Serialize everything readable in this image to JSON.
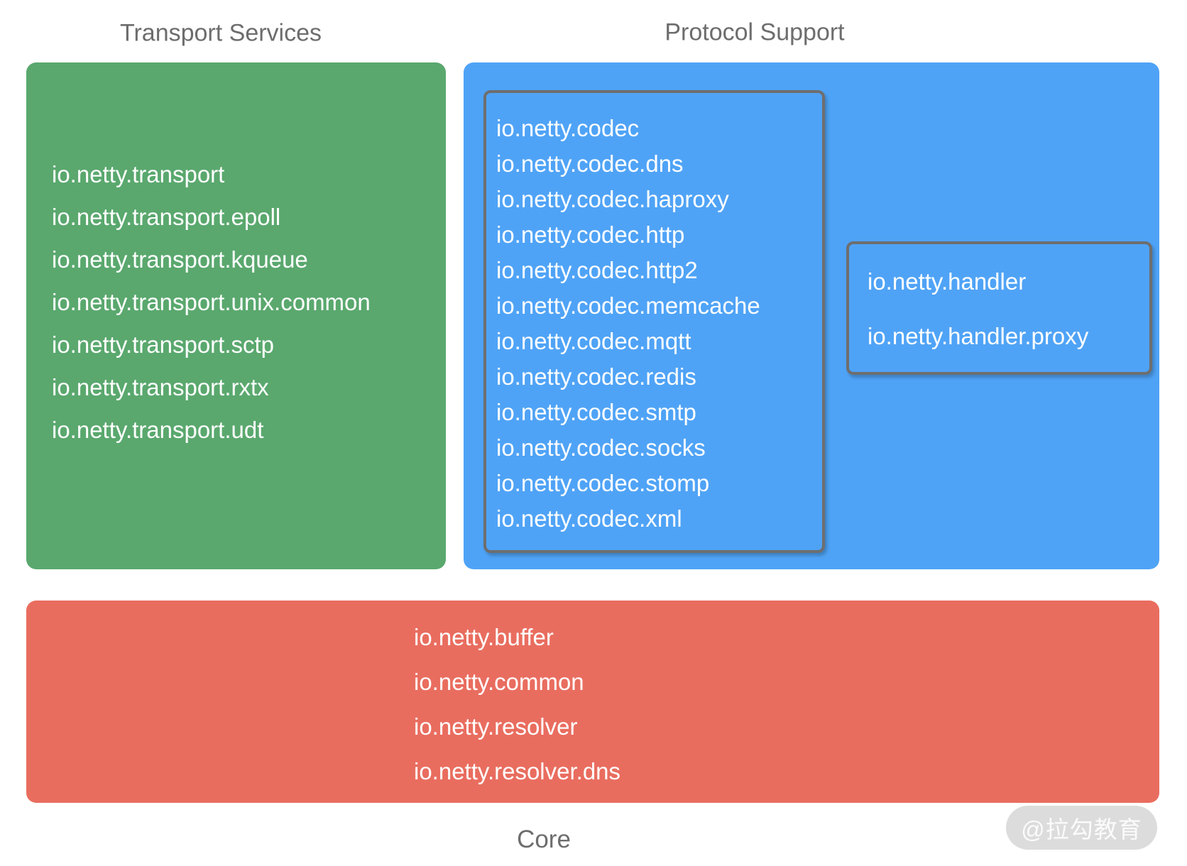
{
  "titles": {
    "transport": "Transport Services",
    "protocol": "Protocol Support",
    "core": "Core"
  },
  "transport_packages": [
    "io.netty.transport",
    "io.netty.transport.epoll",
    "io.netty.transport.kqueue",
    "io.netty.transport.unix.common",
    "io.netty.transport.sctp",
    "io.netty.transport.rxtx",
    "io.netty.transport.udt"
  ],
  "codec_packages": [
    "io.netty.codec",
    "io.netty.codec.dns",
    "io.netty.codec.haproxy",
    "io.netty.codec.http",
    "io.netty.codec.http2",
    "io.netty.codec.memcache",
    "io.netty.codec.mqtt",
    "io.netty.codec.redis",
    "io.netty.codec.smtp",
    "io.netty.codec.socks",
    "io.netty.codec.stomp",
    "io.netty.codec.xml"
  ],
  "handler_packages": [
    "io.netty.handler",
    "io.netty.handler.proxy"
  ],
  "core_packages": [
    "io.netty.buffer",
    "io.netty.common",
    "io.netty.resolver",
    "io.netty.resolver.dns"
  ],
  "watermark": "@拉勾教育",
  "colors": {
    "green": "#5aa86e",
    "blue": "#4fa3f6",
    "red": "#e96d5f",
    "border_gray": "#6e6e6e",
    "title_gray": "#6d6d6d",
    "watermark_bg": "#dcdcdc",
    "text_white": "#ffffff"
  }
}
